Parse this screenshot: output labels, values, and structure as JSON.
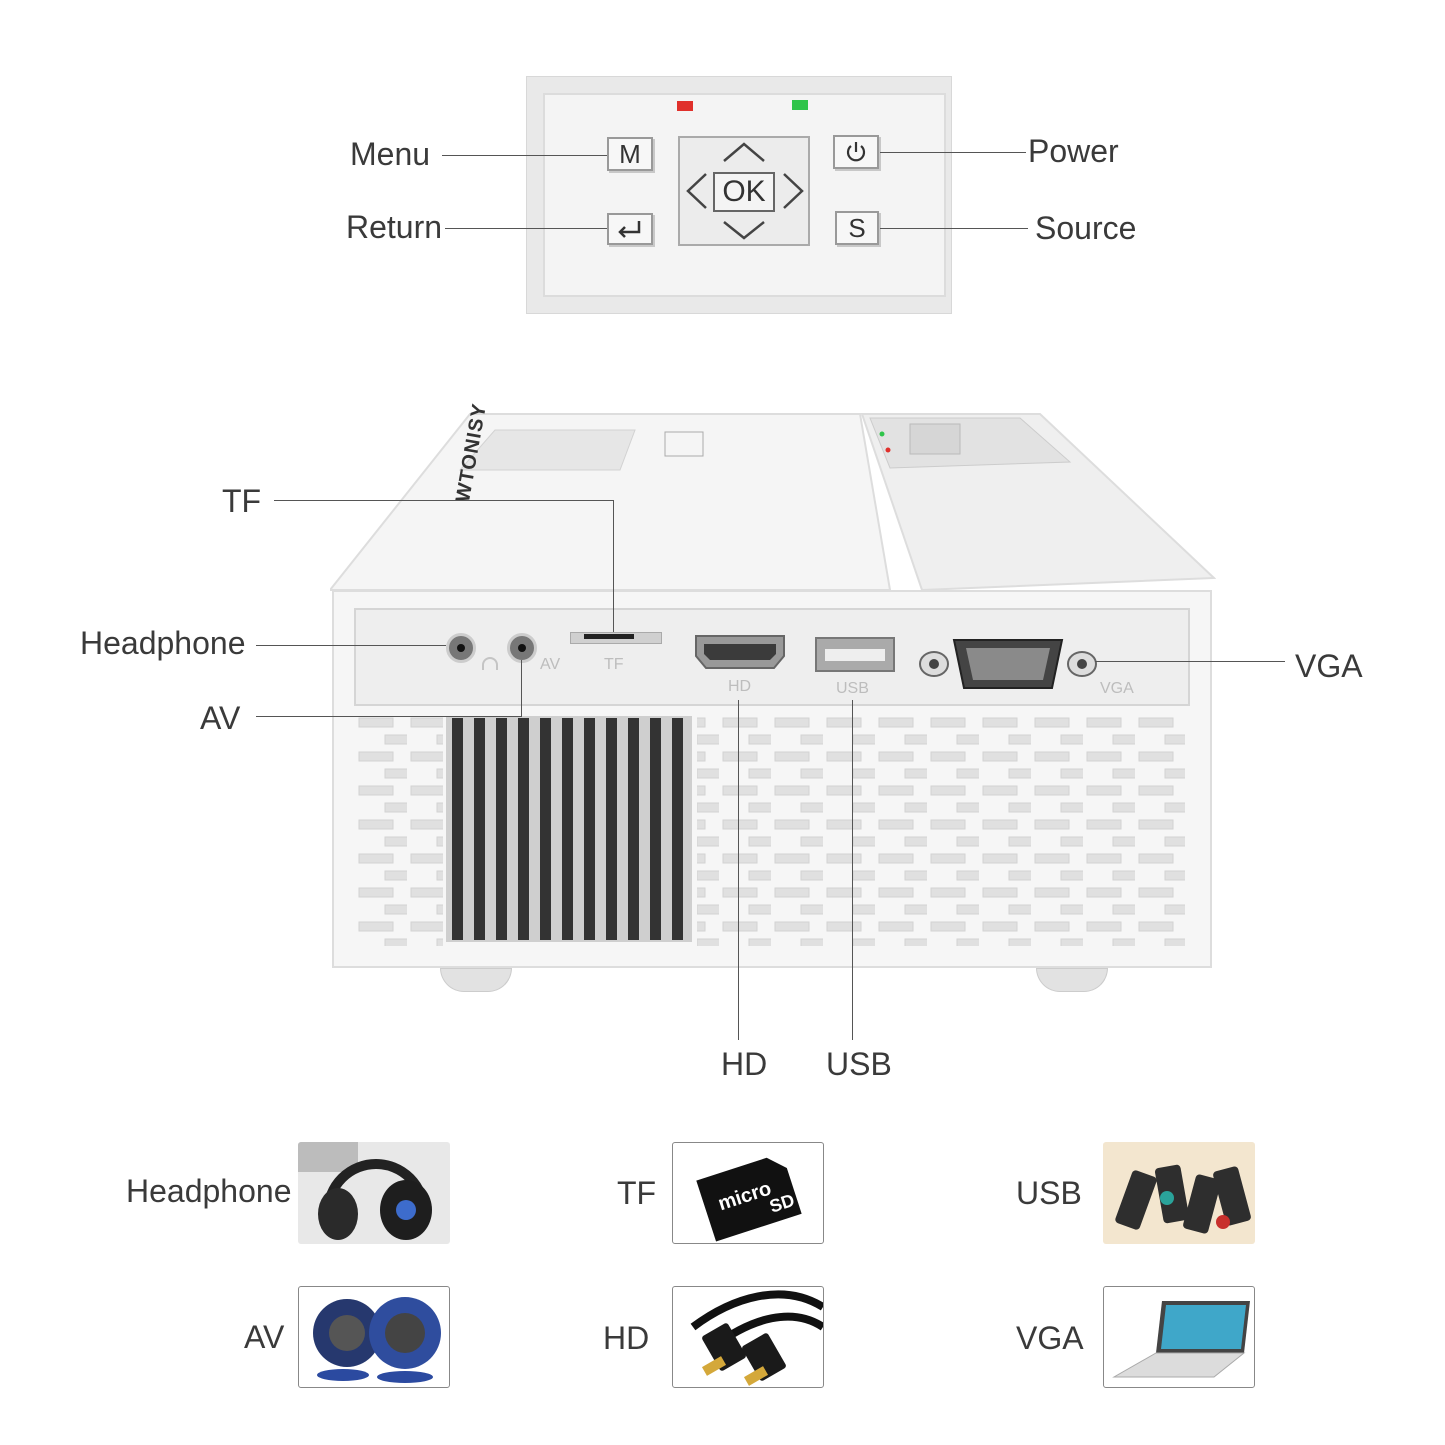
{
  "panel": {
    "menu_key": "M",
    "ok_key": "OK",
    "source_key": "S",
    "power_key_icon": "power-icon",
    "return_key_icon": "return-arrow-icon",
    "led_colors": [
      "#e0302b",
      "#2fc44a"
    ]
  },
  "callouts": {
    "menu": "Menu",
    "return": "Return",
    "power": "Power",
    "source": "Source",
    "tf": "TF",
    "headphone": "Headphone",
    "av": "AV",
    "vga": "VGA",
    "hd": "HD",
    "usb": "USB"
  },
  "device": {
    "brand": "WTONISY",
    "port_labels": {
      "av": "AV",
      "tf": "TF",
      "hd": "HD",
      "usb": "USB",
      "vga": "VGA"
    }
  },
  "accessories": [
    {
      "label": "Headphone",
      "icon": "headphones-icon"
    },
    {
      "label": "TF",
      "icon": "microsd-card-icon"
    },
    {
      "label": "USB",
      "icon": "usb-drives-icon"
    },
    {
      "label": "AV",
      "icon": "speakers-icon"
    },
    {
      "label": "HD",
      "icon": "hdmi-cable-icon"
    },
    {
      "label": "VGA",
      "icon": "laptop-icon"
    }
  ]
}
